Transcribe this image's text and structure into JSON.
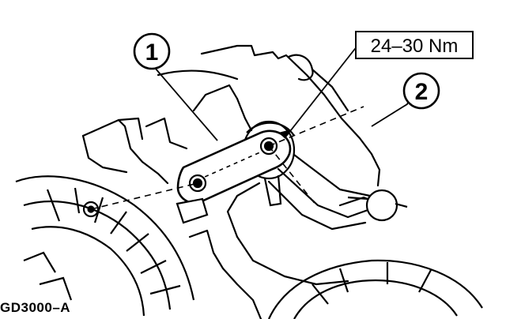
{
  "callouts": {
    "one": "1",
    "two": "2"
  },
  "torque_spec": "24–30 Nm",
  "figure_id": "GD3000–A",
  "colors": {
    "ink": "#000000",
    "paper": "#ffffff"
  }
}
